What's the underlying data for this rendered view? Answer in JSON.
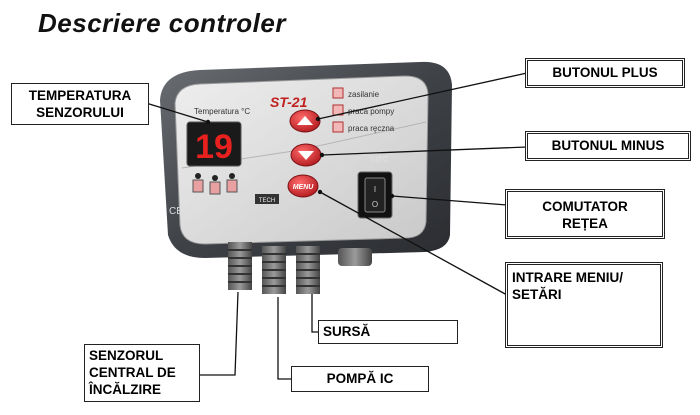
{
  "title": "Descriere controler",
  "labels": {
    "temp_sensor": "TEMPERATURA\nSENZORULUI",
    "plus_button": "BUTONUL PLUS",
    "minus_button": "BUTONUL MINUS",
    "network_switch": "COMUTATOR\nREȚEA",
    "menu_entry": "INTRARE MENIU/\nSETĂRI",
    "source": "SURSĂ",
    "ch_pump": "POMPĂ IC",
    "central_heating_sensor": "SENZORUL\nCENTRAL DE\nÎNCĂLZIRE"
  },
  "device": {
    "model": "ST-21",
    "display_value": "19",
    "display_caption": "Temperatura °C",
    "indicators": [
      "zasilanie",
      "praca pompy",
      "praca ręczna"
    ],
    "menu_button": "MENU",
    "network_label": "SIEĆ",
    "switch_symbols": [
      "I",
      "O"
    ],
    "brand": "TECH",
    "ce_mark": "CE"
  },
  "colors": {
    "housing": "#4a4d52",
    "panel": "#dcdcdc",
    "button_red": "#d6262b",
    "display_digits": "#e8201e"
  }
}
